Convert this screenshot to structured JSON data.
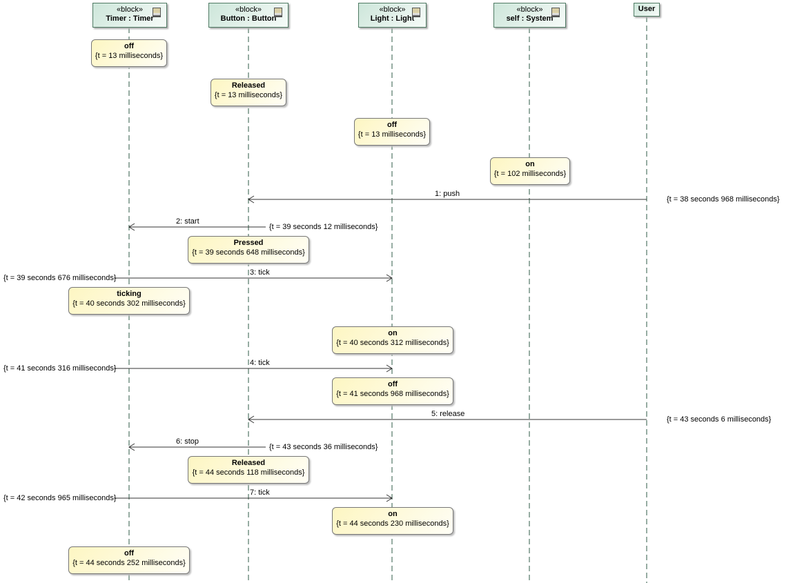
{
  "lifelines": [
    {
      "stereotype": "«block»",
      "name": "Timer : Timer"
    },
    {
      "stereotype": "«block»",
      "name": "Button : Button"
    },
    {
      "stereotype": "«block»",
      "name": "Light : Light"
    },
    {
      "stereotype": "«block»",
      "name": "self : System"
    },
    {
      "stereotype": "",
      "name": "User"
    }
  ],
  "states": [
    {
      "name": "off",
      "time": "{t = 13 milliseconds}"
    },
    {
      "name": "Released",
      "time": "{t = 13 milliseconds}"
    },
    {
      "name": "off",
      "time": "{t = 13 milliseconds}"
    },
    {
      "name": "on",
      "time": "{t = 102 milliseconds}"
    },
    {
      "name": "Pressed",
      "time": "{t = 39 seconds 648 milliseconds}"
    },
    {
      "name": "ticking",
      "time": "{t = 40 seconds 302 milliseconds}"
    },
    {
      "name": "on",
      "time": "{t = 40 seconds 312 milliseconds}"
    },
    {
      "name": "off",
      "time": "{t = 41 seconds 968 milliseconds}"
    },
    {
      "name": "Released",
      "time": "{t = 44 seconds 118 milliseconds}"
    },
    {
      "name": "on",
      "time": "{t = 44 seconds 230 milliseconds}"
    },
    {
      "name": "off",
      "time": "{t = 44 seconds 252 milliseconds}"
    }
  ],
  "messages": [
    {
      "label": "1: push",
      "time": "{t = 38 seconds 968 milliseconds}"
    },
    {
      "label": "2: start",
      "time": "{t = 39 seconds 12 milliseconds}"
    },
    {
      "label": "3: tick",
      "time": "{t = 39 seconds 676 milliseconds}"
    },
    {
      "label": "4: tick",
      "time": "{t = 41 seconds 316 milliseconds}"
    },
    {
      "label": "5: release",
      "time": "{t = 43 seconds 6 milliseconds}"
    },
    {
      "label": "6: stop",
      "time": "{t = 43 seconds 36 milliseconds}"
    },
    {
      "label": "7: tick",
      "time": "{t = 42 seconds 965 milliseconds}"
    }
  ]
}
